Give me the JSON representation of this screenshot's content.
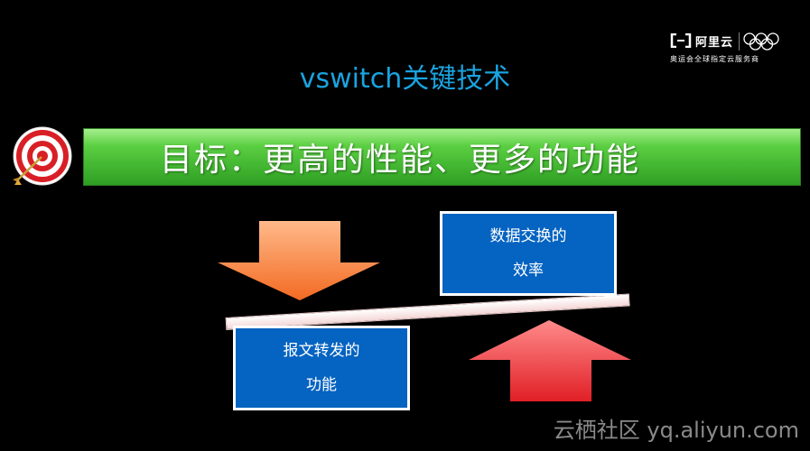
{
  "logo": {
    "name": "阿里云",
    "subtitle": "奥运会全球指定云服务商"
  },
  "slide": {
    "title": "vswitch关键技术",
    "goal": "目标：更高的性能、更多的功能"
  },
  "boxes": {
    "top_line1": "数据交换的",
    "top_line2": "效率",
    "bottom_line1": "报文转发的",
    "bottom_line2": "功能"
  },
  "watermark": "云栖社区 yq.aliyun.com",
  "colors": {
    "title": "#1aa3e0",
    "goal_bar": "#4cbf37",
    "box_fill": "#0563c1",
    "down_arrow": "#f47c3f",
    "up_arrow": "#e8383d"
  },
  "icons": {
    "target": "target-icon",
    "down_arrow": "down-arrow-icon",
    "up_arrow": "up-arrow-icon"
  }
}
